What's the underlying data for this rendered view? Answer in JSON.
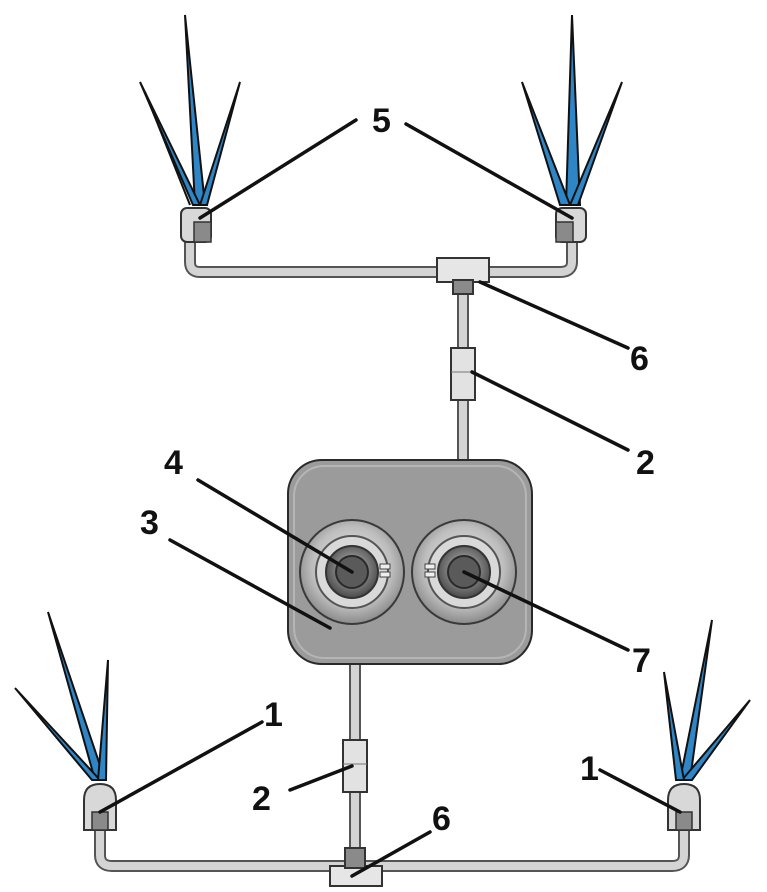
{
  "diagram": {
    "callouts": [
      {
        "id": "c5",
        "text": "5"
      },
      {
        "id": "c6-top",
        "text": "6"
      },
      {
        "id": "c2-top",
        "text": "2"
      },
      {
        "id": "c4",
        "text": "4"
      },
      {
        "id": "c3",
        "text": "3"
      },
      {
        "id": "c7",
        "text": "7"
      },
      {
        "id": "c1-left",
        "text": "1"
      },
      {
        "id": "c2-bottom",
        "text": "2"
      },
      {
        "id": "c6-bottom",
        "text": "6"
      },
      {
        "id": "c1-right",
        "text": "1"
      }
    ],
    "colors": {
      "spray_fill": "#2f86c6",
      "spray_outline": "#111111",
      "hose": "#cfcfcf",
      "hose_edge": "#555555",
      "reservoir": "#9a9a9a",
      "pump_ring": "#c8c8c8",
      "pump_core": "#6e6e6e"
    }
  }
}
